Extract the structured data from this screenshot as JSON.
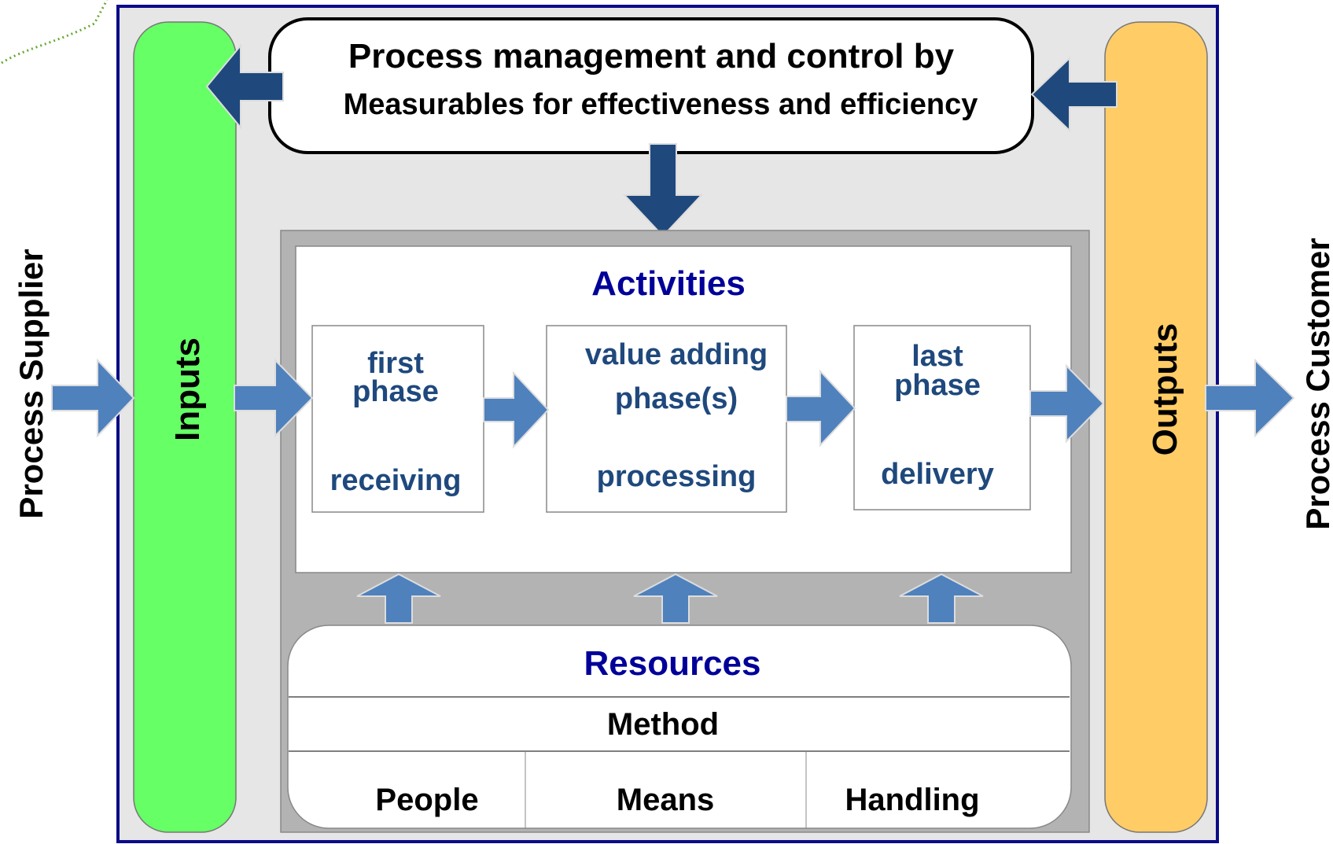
{
  "title": {
    "line1": "Process management and control by",
    "line2": "Measurables for effectiveness and efficiency"
  },
  "side_labels": {
    "supplier": "Process Supplier",
    "customer": "Process Customer"
  },
  "bars": {
    "inputs": "Inputs",
    "outputs": "Outputs"
  },
  "activities": {
    "heading": "Activities",
    "phases": [
      {
        "name_line1": "first",
        "name_line2": "phase",
        "action": "receiving"
      },
      {
        "name_line1": "value adding",
        "name_line2": "phase(s)",
        "action": "processing"
      },
      {
        "name_line1": "last",
        "name_line2": "phase",
        "action": "delivery"
      }
    ]
  },
  "resources": {
    "heading": "Resources",
    "method": "Method",
    "items": [
      "People",
      "Means",
      "Handling"
    ]
  },
  "colors": {
    "frame_border": "#0b0b8a",
    "frame_fill": "#e6e6e6",
    "inputs_fill": "#66ff66",
    "outputs_fill": "#ffcc66",
    "inner_gray": "#b3b3b3",
    "dark_arrow": "#1f497d",
    "light_arrow": "#4f81bd",
    "heading_text": "#000099",
    "phase_text": "#1f497d"
  }
}
